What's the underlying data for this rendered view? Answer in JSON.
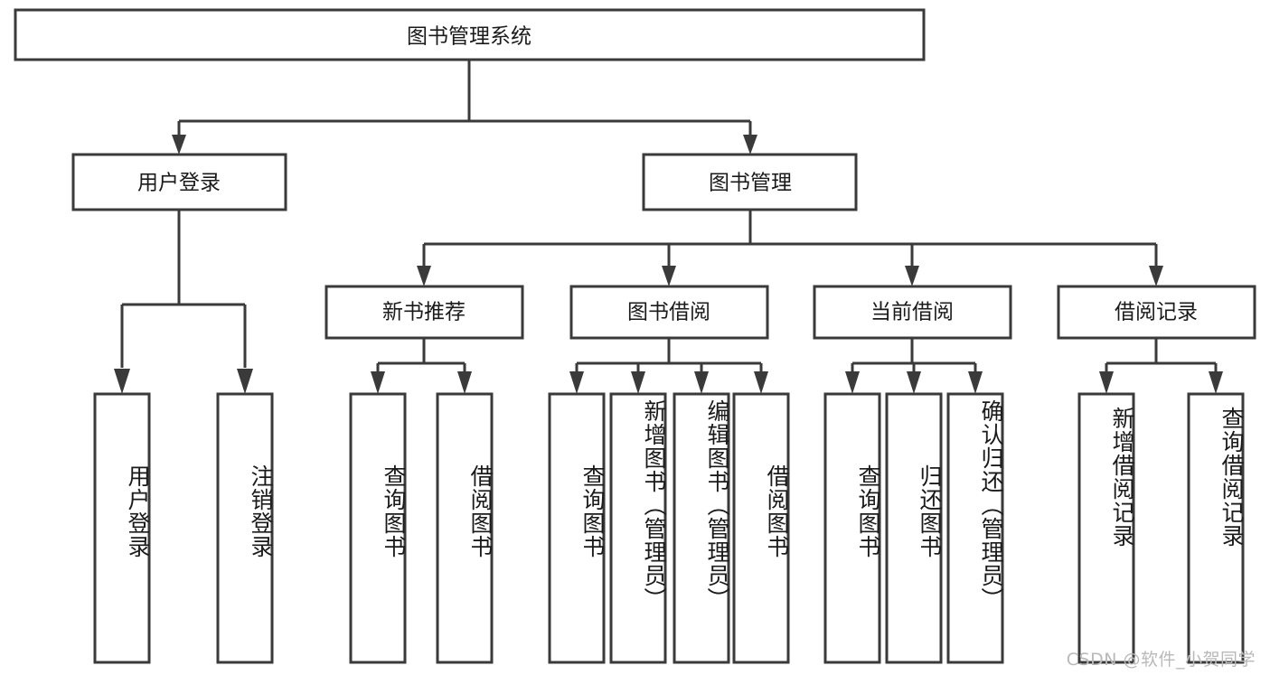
{
  "diagram": {
    "type": "tree-hierarchy",
    "title": "图书管理系统",
    "root": {
      "id": "root",
      "label": "图书管理系统"
    },
    "level2": [
      {
        "id": "user-login",
        "label": "用户登录"
      },
      {
        "id": "book-manage",
        "label": "图书管理"
      }
    ],
    "level3": [
      {
        "id": "new-book-recommend",
        "label": "新书推荐",
        "parent": "book-manage"
      },
      {
        "id": "book-borrow",
        "label": "图书借阅",
        "parent": "book-manage"
      },
      {
        "id": "current-borrow",
        "label": "当前借阅",
        "parent": "book-manage"
      },
      {
        "id": "borrow-record",
        "label": "借阅记录",
        "parent": "book-manage"
      }
    ],
    "leaves": {
      "user_login": [
        {
          "id": "leaf-user-login",
          "label": "用户登录"
        },
        {
          "id": "leaf-user-logout",
          "label": "注销登录"
        }
      ],
      "new_book_recommend": [
        {
          "id": "leaf-query-book-1",
          "label": "查询图书"
        },
        {
          "id": "leaf-borrow-book-1",
          "label": "借阅图书"
        }
      ],
      "book_borrow": [
        {
          "id": "leaf-query-book-2",
          "label": "查询图书"
        },
        {
          "id": "leaf-add-book",
          "label": "新增图书（管理员）"
        },
        {
          "id": "leaf-edit-book",
          "label": "编辑图书（管理员）"
        },
        {
          "id": "leaf-borrow-book-2",
          "label": "借阅图书"
        }
      ],
      "current_borrow": [
        {
          "id": "leaf-query-book-3",
          "label": "查询图书"
        },
        {
          "id": "leaf-return-book",
          "label": "归还图书"
        },
        {
          "id": "leaf-confirm-return",
          "label": "确认归还（管理员）"
        }
      ],
      "borrow_record": [
        {
          "id": "leaf-add-record",
          "label": "新增借阅记录"
        },
        {
          "id": "leaf-query-record",
          "label": "查询借阅记录"
        }
      ]
    },
    "colors": {
      "box_stroke": "#3a3a3a",
      "box_fill": "#ffffff",
      "text": "#1a1a1a",
      "background": "#ffffff",
      "watermark": "#b9b9b9"
    }
  },
  "watermark": {
    "text": "CSDN @软件_小贺同学"
  }
}
